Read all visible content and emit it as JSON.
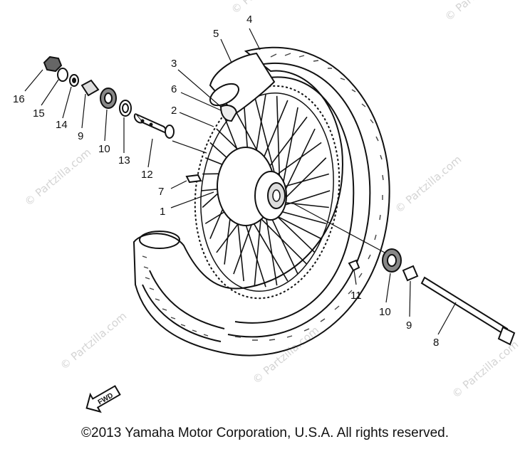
{
  "diagram": {
    "parts": [
      "1",
      "2",
      "3",
      "4",
      "5",
      "6",
      "7",
      "8",
      "9",
      "9",
      "10",
      "10",
      "11",
      "12",
      "13",
      "14",
      "15",
      "16"
    ],
    "direction_badge": "FWD",
    "watermark": "© Partzilla.com"
  },
  "footer": {
    "copyright": "©2013 Yamaha Motor Corporation, U.S.A. All rights reserved."
  }
}
